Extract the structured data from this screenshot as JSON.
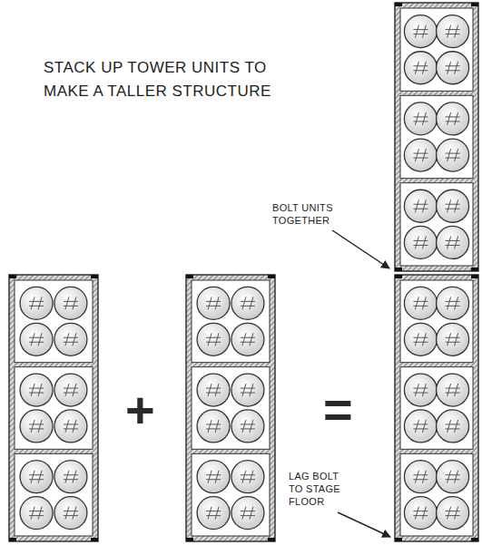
{
  "diagram": {
    "title": "STACK UP TOWER UNITS TO MAKE A TALLER STRUCTURE",
    "labels": [
      "BOLT UNITS TOGETHER",
      "LAG BOLT TO STAGE FLOOR",
      "+",
      "="
    ]
  }
}
